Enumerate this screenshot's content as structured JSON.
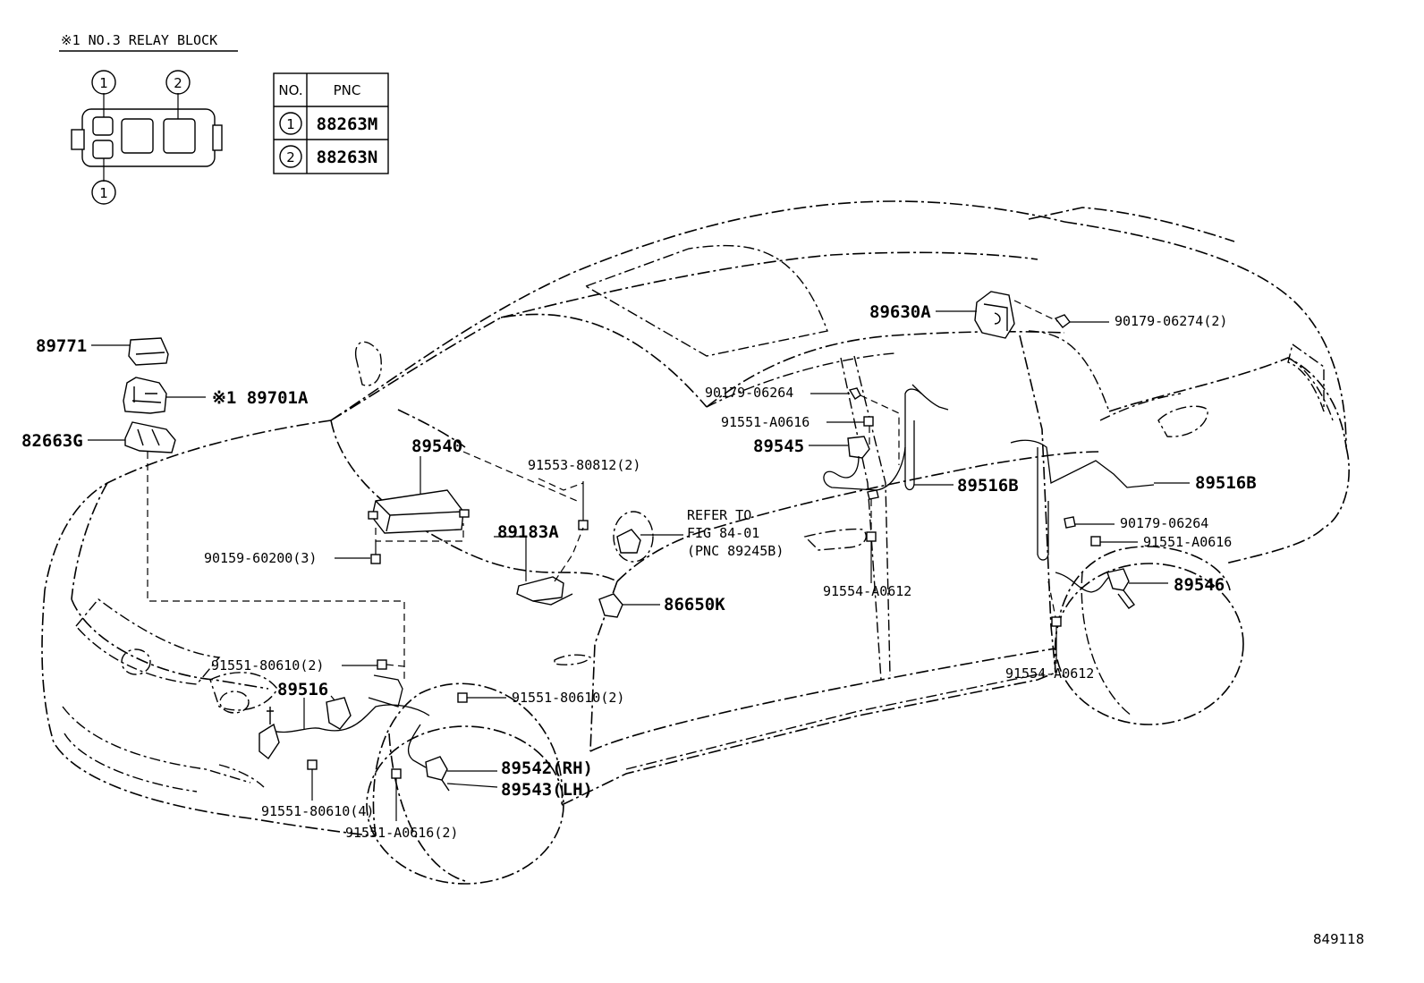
{
  "relay_block": {
    "title": "※1 NO.3 RELAY BLOCK",
    "marker_1": "1",
    "marker_2": "2"
  },
  "pnc_table": {
    "headers": [
      "NO.",
      "PNC"
    ],
    "rows": [
      {
        "no": "1",
        "pnc": "88263M"
      },
      {
        "no": "2",
        "pnc": "88263N"
      }
    ]
  },
  "callouts": {
    "p89771": "89771",
    "p89701A": "※1 89701A",
    "p82663G": "82663G",
    "p89540": "89540",
    "p91553_80812": "91553-80812(2)",
    "p89183A": "89183A",
    "p90159_60200": "90159-60200(3)",
    "p86650K": "86650K",
    "refer_1": "REFER TO",
    "refer_2": "FIG 84-01",
    "refer_3": "(PNC 89245B)",
    "p89630A": "89630A",
    "p90179_06274": "90179-06274(2)",
    "p90179_06264_a": "90179-06264",
    "p91551_A0616_a": "91551-A0616",
    "p89545": "89545",
    "p89516B_a": "89516B",
    "p89516B_b": "89516B",
    "p90179_06264_b": "90179-06264",
    "p91551_A0616_b": "91551-A0616",
    "p89546": "89546",
    "p91554_A0612_a": "91554-A0612",
    "p91554_A0612_b": "91554-A0612",
    "p91551_80610_a": "91551-80610(2)",
    "p89516": "89516",
    "p91551_80610_b": "91551-80610(2)",
    "p89542": "89542(RH)",
    "p89543": "89543(LH)",
    "p91551_80610_c": "91551-80610(4)",
    "p91551_A0616_c": "91551-A0616(2)"
  },
  "figure_number": "849118"
}
